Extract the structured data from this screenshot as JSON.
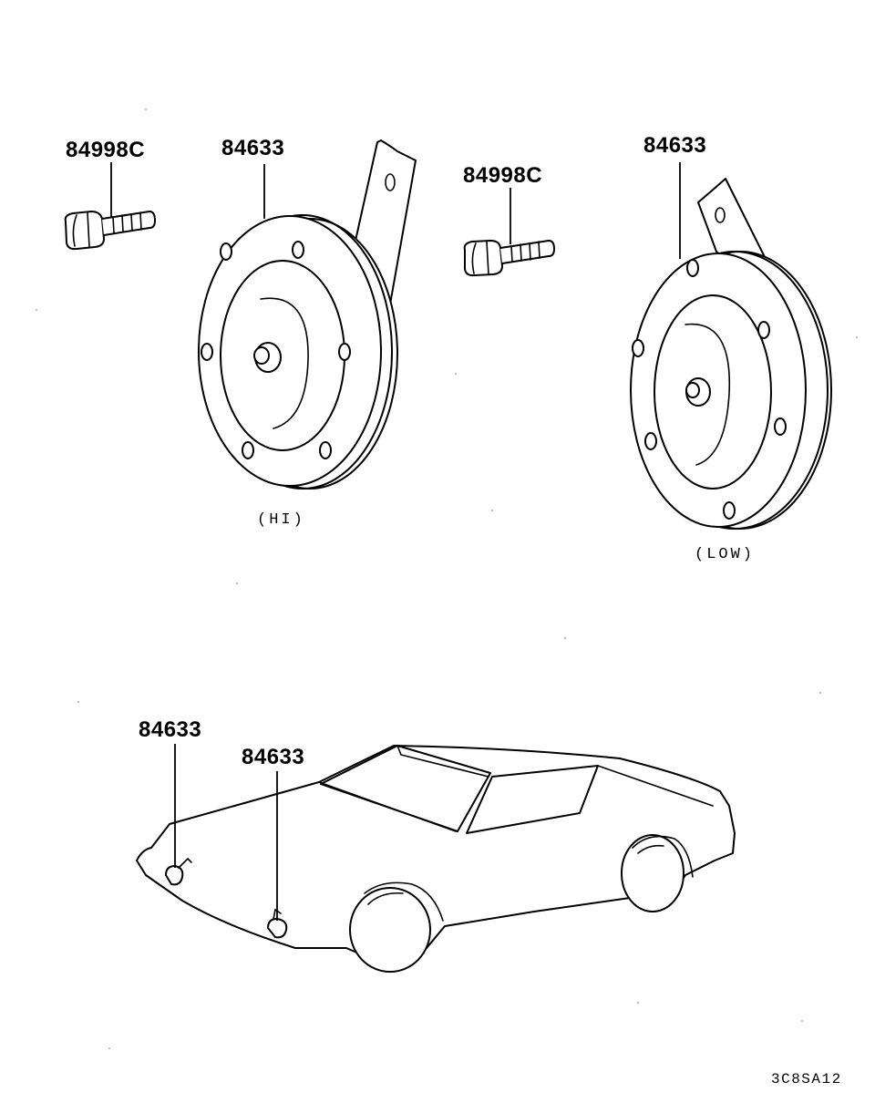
{
  "labels": {
    "bolt_left": "84998C",
    "horn_hi": "84633",
    "bolt_right": "84998C",
    "horn_low": "84633",
    "car_horn_front": "84633",
    "car_horn_rear": "84633"
  },
  "captions": {
    "hi": "(HI)",
    "low": "(LOW)"
  },
  "figure_code": "3C8SA12"
}
